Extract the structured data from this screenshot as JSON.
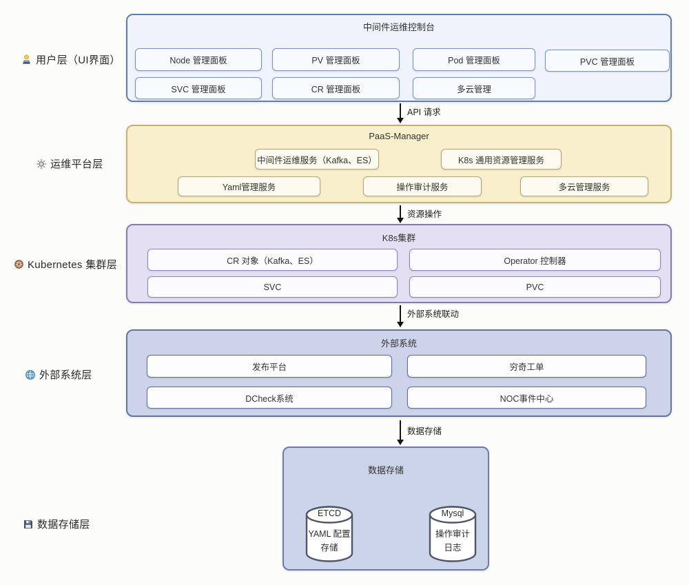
{
  "side_labels": [
    {
      "label": "用户层（UI界面）",
      "icon": "technologist-icon"
    },
    {
      "label": "运维平台层",
      "icon": "gear-icon"
    },
    {
      "label": "Kubernetes 集群层",
      "icon": "kubernetes-wheel-icon"
    },
    {
      "label": "外部系统层",
      "icon": "globe-icon"
    },
    {
      "label": "数据存储层",
      "icon": "floppy-disk-icon"
    }
  ],
  "user_layer": {
    "title": "中间件运维控制台",
    "panels": [
      "Node 管理面板",
      "PV 管理面板",
      "Pod 管理面板",
      "PVC 管理面板",
      "SVC 管理面板",
      "CR 管理面板",
      "多云管理"
    ]
  },
  "arrows": {
    "api_request": "API 请求",
    "resource_ops": "资源操作",
    "external_link": "外部系统联动",
    "data_store": "数据存储"
  },
  "paas_layer": {
    "title": "PaaS-Manager",
    "services": [
      "中间件运维服务（Kafka、ES）",
      "K8s 通用资源管理服务",
      "Yaml管理服务",
      "操作审计服务",
      "多云管理服务"
    ]
  },
  "k8s_layer": {
    "title": "K8s集群",
    "items": [
      "CR 对象（Kafka、ES）",
      "Operator 控制器",
      "SVC",
      "PVC"
    ]
  },
  "external_layer": {
    "title": "外部系统",
    "items": [
      "发布平台",
      "穷奇工单",
      "DCheck系统",
      "NOC事件中心"
    ]
  },
  "storage_layer": {
    "title": "数据存储",
    "databases": [
      {
        "name": "ETCD",
        "desc_line1": "YAML 配置",
        "desc_line2": "存储"
      },
      {
        "name": "Mysql",
        "desc_line1": "操作审计",
        "desc_line2": "日志"
      }
    ]
  },
  "colors": {
    "user_box_fill": "#eef3fc",
    "user_box_border": "#5d7fb5",
    "paas_box_fill": "#f9efcc",
    "paas_box_border": "#c5b273",
    "k8s_box_fill": "#e5dff4",
    "k8s_box_border": "#8878b2",
    "external_box_fill": "#cdd3e8",
    "external_box_border": "#66739e",
    "storage_box_fill": "#ccd4ea",
    "storage_box_border": "#6d7ba6",
    "arrow_color": "#141414"
  }
}
